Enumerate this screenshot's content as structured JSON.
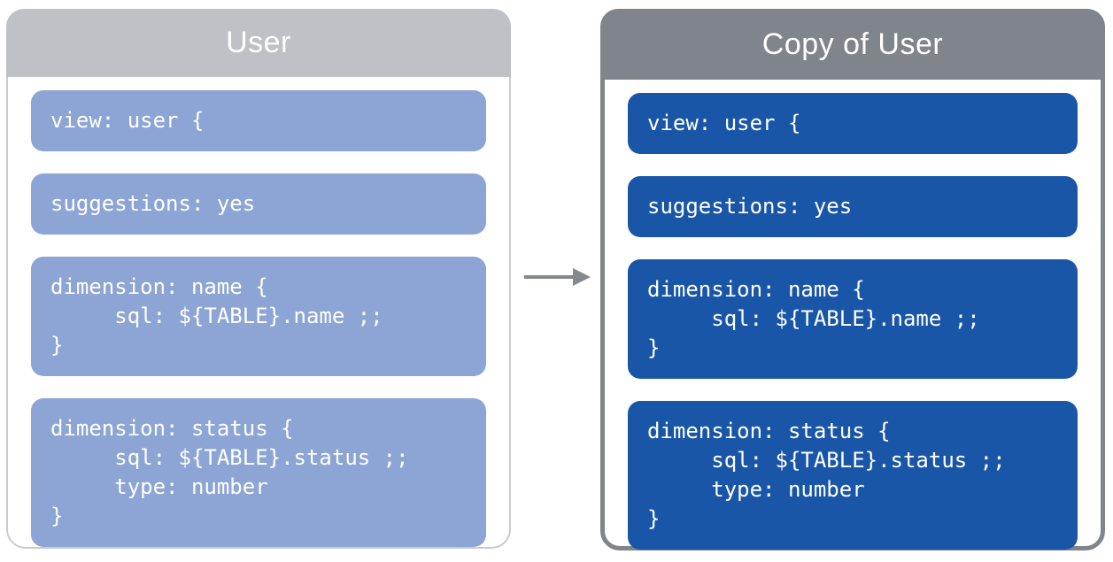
{
  "left_panel": {
    "title": "User",
    "blocks": [
      {
        "code": "view: user {"
      },
      {
        "code": "suggestions: yes"
      },
      {
        "code": "dimension: name {\n     sql: ${TABLE}.name ;;\n}"
      },
      {
        "code": "dimension: status {\n     sql: ${TABLE}.status ;;\n     type: number\n}"
      }
    ],
    "colors": {
      "header": "#BEC1C5",
      "border": "#C9CBCE",
      "block": "#8CA5D5",
      "text": "#FFFFFF"
    }
  },
  "right_panel": {
    "title": "Copy of User",
    "blocks": [
      {
        "code": "view: user {"
      },
      {
        "code": "suggestions: yes"
      },
      {
        "code": "dimension: name {\n     sql: ${TABLE}.name ;;\n}"
      },
      {
        "code": "dimension: status {\n     sql: ${TABLE}.status ;;\n     type: number\n}"
      }
    ],
    "colors": {
      "header": "#80848B",
      "border": "#80848B",
      "block": "#1A56A8",
      "text": "#FFFFFF"
    }
  },
  "arrow": {
    "direction": "right",
    "color": "#85888D"
  }
}
